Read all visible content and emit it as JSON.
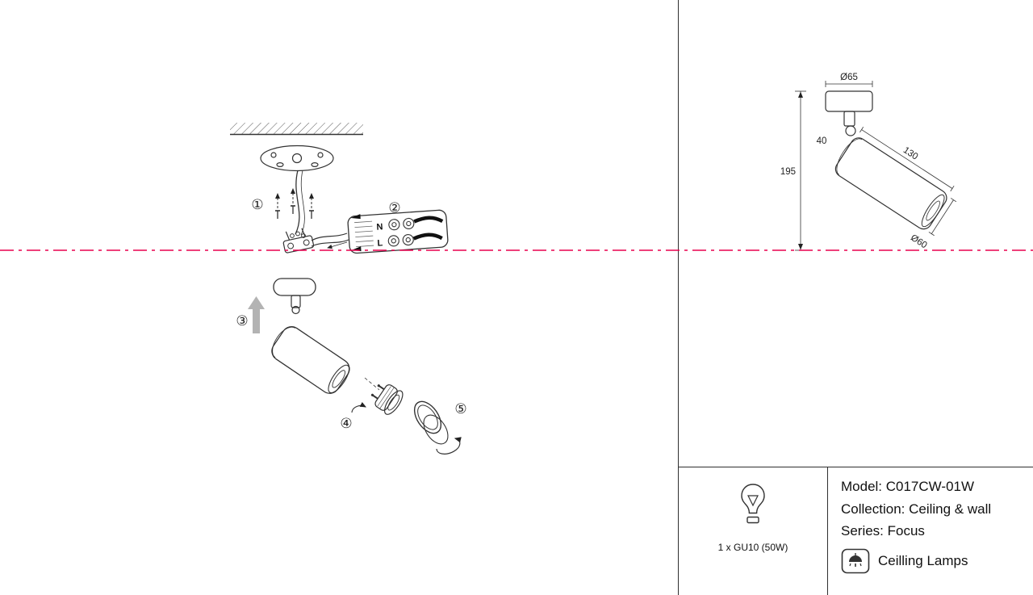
{
  "colors": {
    "ink": "#333333",
    "accent_dashed": "#e8004f",
    "arrow_gray": "#b3b3b3"
  },
  "assembly": {
    "steps": {
      "s1": "①",
      "s2": "②",
      "s3": "③",
      "s4": "④",
      "s5": "⑤"
    },
    "terminal": {
      "neutral": "N",
      "live": "L"
    }
  },
  "dimensions": {
    "canopy_diameter": "Ø65",
    "stem_height": "40",
    "total_height": "195",
    "body_length": "130",
    "body_diameter": "Ø60"
  },
  "spec": {
    "bulb": "1 x GU10 (50W)",
    "model": "Model: C017CW-01W",
    "collection": "Collection: Ceiling & wall",
    "series": "Series: Focus",
    "category": "Ceilling Lamps"
  }
}
